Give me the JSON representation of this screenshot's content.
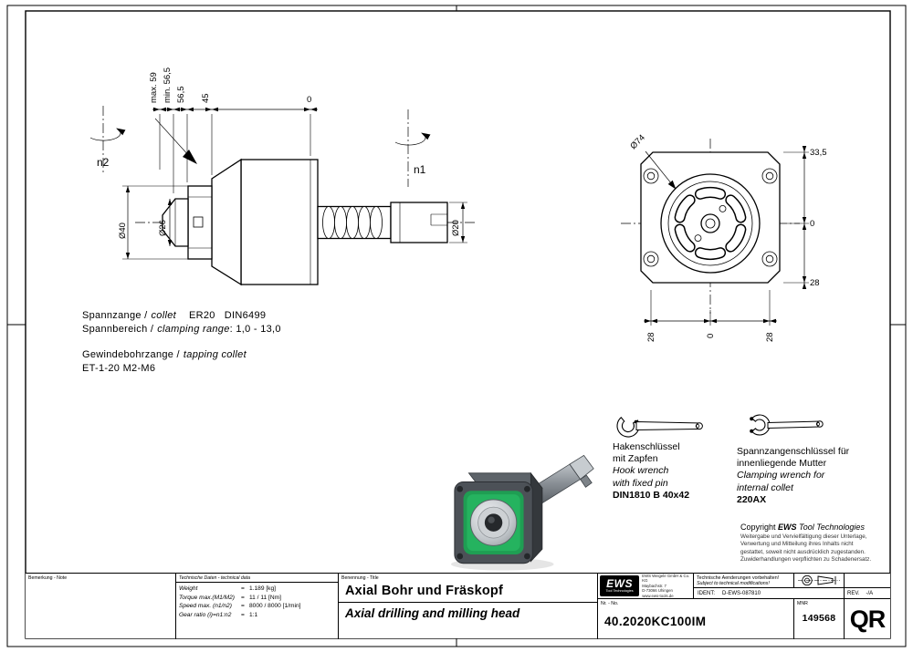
{
  "side_view": {
    "n2_label": "n2",
    "n1_label": "n1",
    "dim_max_59": "max. 59",
    "dim_min_56_5": "min. 56,5",
    "dim_56_5": "56,5",
    "dim_45": "45",
    "dim_0": "0",
    "dia_40": "Ø40",
    "dia_26": "Ø26",
    "dia_20": "Ø20"
  },
  "front_view": {
    "dia_74": "Ø74",
    "dim_33_5": "33,5",
    "dim_0_v": "0",
    "dim_28_v": "28",
    "dim_28_b_left": "28",
    "dim_0_b": "0",
    "dim_28_b_right": "28"
  },
  "collet_notes": {
    "l1_de": "Spannzange /",
    "l1_en": "collet",
    "l1_val": "ER20   DIN6499",
    "l2_de": "Spannbereich /",
    "l2_en": "clamping range",
    "l2_val": ": 1,0 - 13,0",
    "l3_de": "Gewindebohrzange /",
    "l3_en": "tapping collet",
    "l4": "ET-1-20  M2-M6"
  },
  "hook_wrench": {
    "de1": "Hakenschlüssel",
    "de2": "mit Zapfen",
    "en1": "Hook wrench",
    "en2": "with fixed pin",
    "spec": "DIN1810 B 40x42"
  },
  "clamping_wrench": {
    "de1": "Spannzangenschlüssel für",
    "de2": "innenliegende Mutter",
    "en1": "Clamping wrench for",
    "en2": "internal collet",
    "spec": "220AX"
  },
  "copyright": {
    "prefix": "Copyright ",
    "brand": "EWS",
    "suffix": " Tool Technologies",
    "l1": "Weitergabe und Vervielfältigung dieser Unterlage,",
    "l2": "Verwertung und Mitteilung ihres Inhalts nicht",
    "l3": "gestattet, soweit nicht ausdrücklich zugestanden.",
    "l4": "Zuwiderhandlungen verpflichten zu Schadenersatz."
  },
  "title_block": {
    "note_header": "Bemerkung - Note",
    "tech_header": "Technische Daten - technical data",
    "tech_rows": [
      {
        "label": "Weight",
        "eq": "=",
        "value": "1.189 [kg]"
      },
      {
        "label": "Torque max.(M1/M2)",
        "eq": "=",
        "value": "11 / 11 [Nm]"
      },
      {
        "label": "Speed max. (n1/n2)",
        "eq": "=",
        "value": "8000 / 8000 [1/min]"
      },
      {
        "label": "Gear ratio  (i)=n1:n2",
        "eq": "=",
        "value": "1:1"
      }
    ],
    "title_header": "Benennung - Title",
    "title_de": "Axial Bohr und Fräskopf",
    "title_en": "Axial drilling and milling head",
    "logo_text": "EWS",
    "logo_sub": "Tool Technologies",
    "addr1": "EWS Weigele GmbH & Co. KG",
    "addr2": "Maybachstr. 7",
    "addr3": "D-73066 Uhingen",
    "addr4": "www.ews-tools.de",
    "changes_de": "Technische Aenderungen vorbehalten!",
    "changes_en": "Subject to technical modifications!",
    "ident_label": "IDENT:",
    "ident_value": "D-EWS-087810",
    "rev_label": "REV.",
    "rev_value": "-/A",
    "nr_header": "Nr. - No.",
    "nr_value": "40.2020KC100IM",
    "mnr_label": "MNR",
    "mnr_value": "149568",
    "corner_mark": "QR"
  }
}
